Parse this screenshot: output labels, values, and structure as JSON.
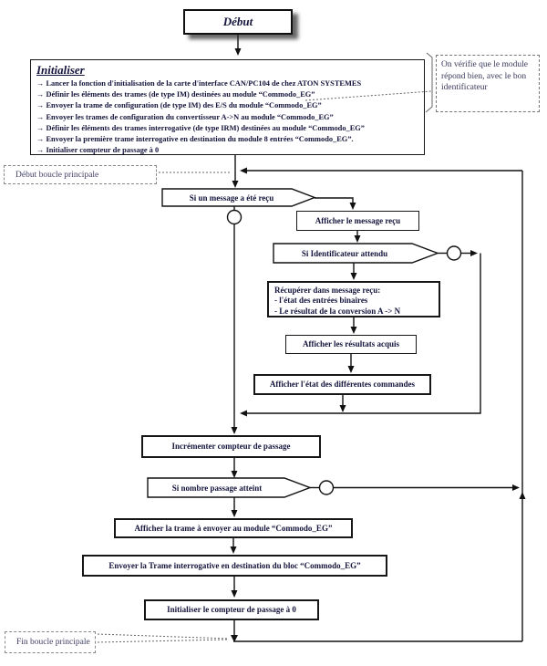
{
  "diagram": {
    "title_context": "Organigramme boucle principale",
    "colors": {
      "ink": "#14143c",
      "line": "#111111"
    },
    "start_label": "Début",
    "init": {
      "title": "Initialiser",
      "items": [
        "→ Lancer la fonction d'initialisation de la carte d'interface CAN/PC104 de chez ATON SYSTEMES",
        "→ Définir les éléments des trames (de type IM) destinées au module “Commodo_EG”",
        "→ Envoyer la trame de configuration (de type IM) des E/S du module “Commodo_EG”",
        "→ Envoyer  les trames de configuration du convertisseur A->N au module “Commodo_EG”",
        "→ Définir les éléments des trames interrogative (de type IRM) destinées au module “Commodo_EG”",
        "→ Envoyer la première trame interrogative en destination du  module  8 entrées “Commodo_EG”.",
        "→ Initialiser compteur de passage à 0"
      ]
    },
    "note": "On vérifie que le module répond bien, avec le bon identificateur",
    "label_loop_start": "Début boucle principale",
    "label_loop_end": "Fin boucle principale",
    "nodes": {
      "msg_received": "Si un message a été reçu",
      "display_msg": "Afficher le message reçu",
      "id_expected": "Si Identificateur attendu",
      "retrieve": [
        "Récupérer dans message reçu:",
        "-  l'état des entrées binaires",
        "- Le résultat de la conversion  A -> N"
      ],
      "display_results": "Afficher les résultats acquis",
      "display_cmds": "Afficher l'état des différentes commandes",
      "increment": "Incrémenter compteur de passage",
      "count_reached": "Si nombre passage atteint",
      "display_frame": "Afficher la trame à envoyer au module “Commodo_EG”",
      "send_frame": "Envoyer la Trame interrogative en destination du bloc “Commodo_EG”",
      "reset_counter": "Initialiser le compteur de passage à 0"
    }
  }
}
